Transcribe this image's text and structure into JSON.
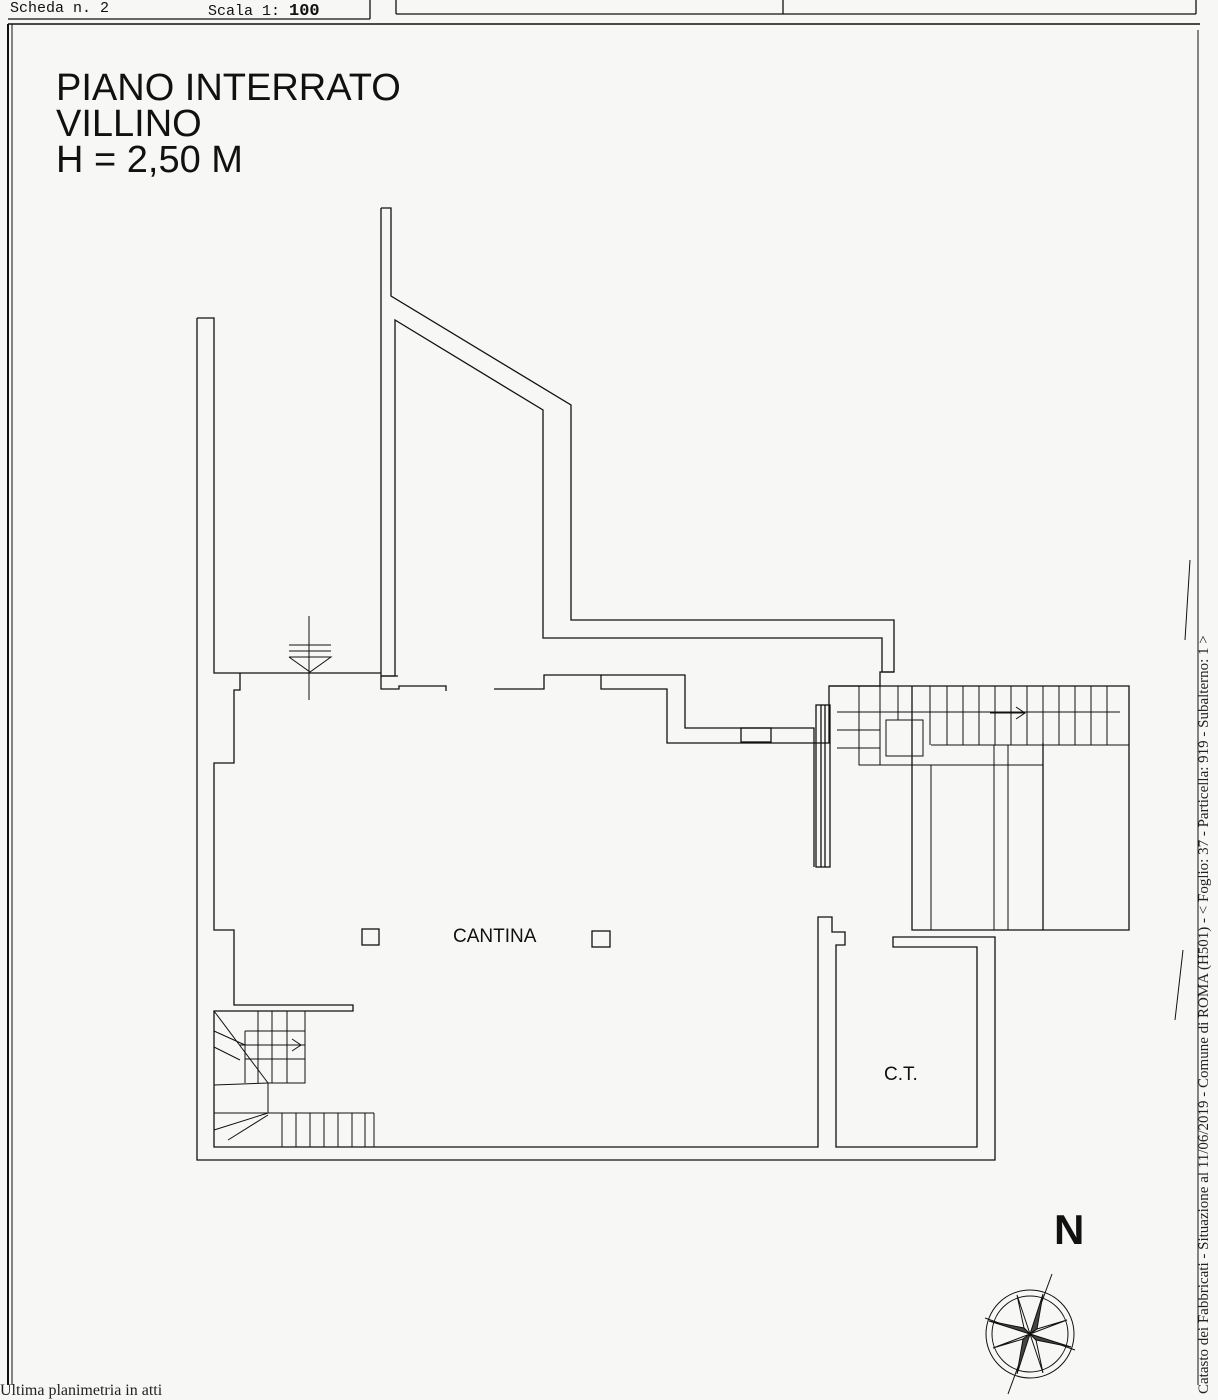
{
  "header": {
    "scheda": "Scheda n. 2",
    "scala_prefix": "Scala 1:",
    "scala_value": "100"
  },
  "title": {
    "line1": "PIANO INTERRATO",
    "line2": "VILLINO",
    "line3": "H = 2,50 M"
  },
  "rooms": {
    "cantina": "CANTINA",
    "ct": "C.T."
  },
  "compass": {
    "label": "N"
  },
  "side_text": "Catasto dei Fabbricati - Situazione al 11/06/2019 - Comune di ROMA (H501) - < Foglio: 37 - Particella: 919 - Subalterno: 1 >",
  "footer": "Ultima planimetria in atti",
  "colors": {
    "ink": "#111111",
    "paper": "#f7f7f5"
  }
}
